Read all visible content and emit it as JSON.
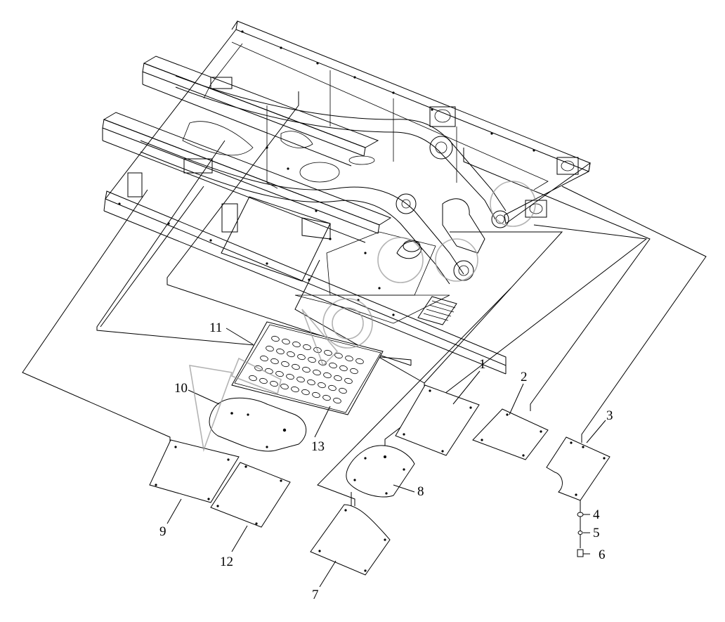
{
  "diagram": {
    "type": "exploded-parts-view",
    "callouts": [
      {
        "id": "c1",
        "label": "1"
      },
      {
        "id": "c2",
        "label": "2"
      },
      {
        "id": "c3",
        "label": "3"
      },
      {
        "id": "c4",
        "label": "4"
      },
      {
        "id": "c5",
        "label": "5"
      },
      {
        "id": "c6",
        "label": "6"
      },
      {
        "id": "c7",
        "label": "7"
      },
      {
        "id": "c8",
        "label": "8"
      },
      {
        "id": "c9",
        "label": "9"
      },
      {
        "id": "c10",
        "label": "10"
      },
      {
        "id": "c11",
        "label": "11"
      },
      {
        "id": "c12",
        "label": "12"
      },
      {
        "id": "c13",
        "label": "13"
      }
    ],
    "line_color": "#000000",
    "background": "#ffffff"
  }
}
